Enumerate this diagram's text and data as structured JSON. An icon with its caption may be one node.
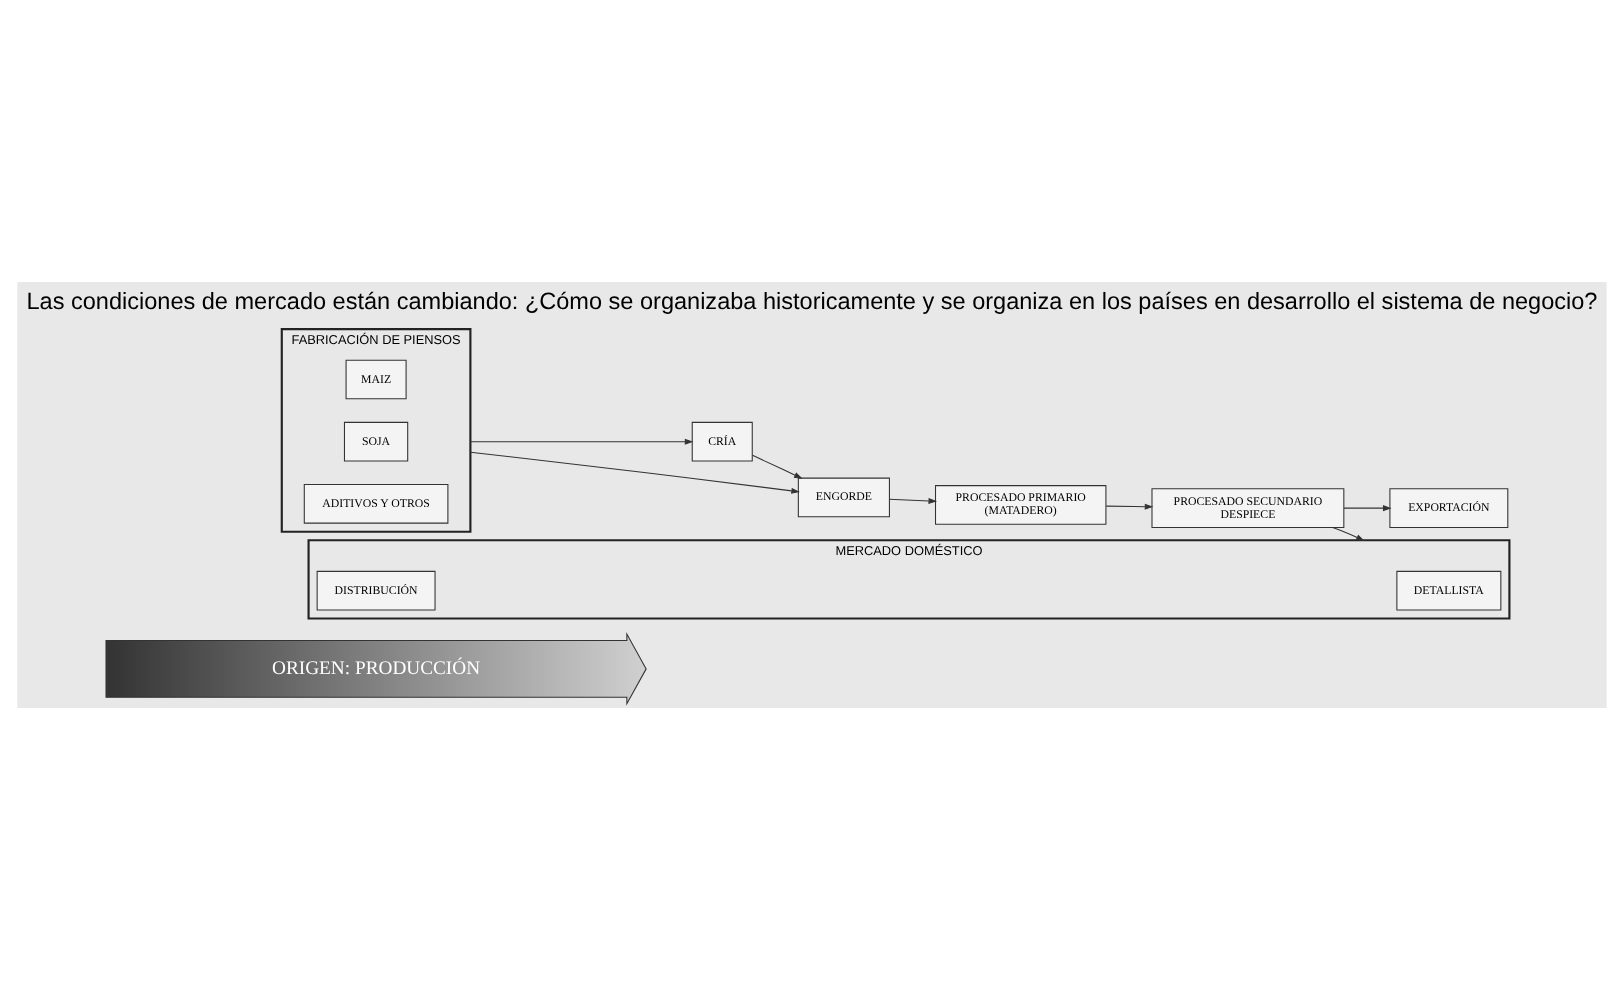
{
  "diagram": {
    "title": "Las condiciones de mercado están cambiando: ¿Cómo se organizaba historicamente y se organiza en los países en desarrollo el sistema de negocio?",
    "nodes": [
      {
        "text": [
          "FABRICACIÓN DE PIENSOS"
        ]
      },
      {
        "text": [
          "MAIZ"
        ],
        "in": 0
      },
      {
        "text": [
          "SOJA"
        ],
        "in": 0
      },
      {
        "text": [
          "ADITIVOS Y OTROS"
        ],
        "in": 0
      },
      {
        "text": [
          "CRÍA"
        ]
      },
      {
        "text": [
          "ENGORDE"
        ]
      },
      {
        "text": [
          "PROCESADO PRIMARIO",
          "(MATADERO)"
        ]
      },
      {
        "text": [
          "PROCESADO SECUNDARIO",
          "DESPIECE"
        ]
      },
      {
        "text": [
          "MERCADO DOMÉSTICO"
        ]
      },
      {
        "text": [
          "DISTRIBUCIÓN"
        ],
        "in": 8
      },
      {
        "text": [
          "DETALLISTA"
        ],
        "in": 8
      },
      {
        "text": [
          "EXPORTACIÓN"
        ]
      },
      {
        "text": [
          "ORIGEN: PRODUCCIÓN"
        ]
      }
    ],
    "edges": [
      {
        "from": 0,
        "to": 4,
        "arrow": "to"
      },
      {
        "from": 0,
        "to": 5,
        "arrow": "to"
      },
      {
        "from": 4,
        "to": 5,
        "arrow": "to"
      },
      {
        "from": 5,
        "to": 6,
        "arrow": "to"
      },
      {
        "from": 6,
        "to": 7,
        "arrow": "to"
      },
      {
        "from": 7,
        "to": 8,
        "arrow": "to"
      },
      {
        "from": 7,
        "to": 11,
        "arrow": "to"
      }
    ]
  }
}
